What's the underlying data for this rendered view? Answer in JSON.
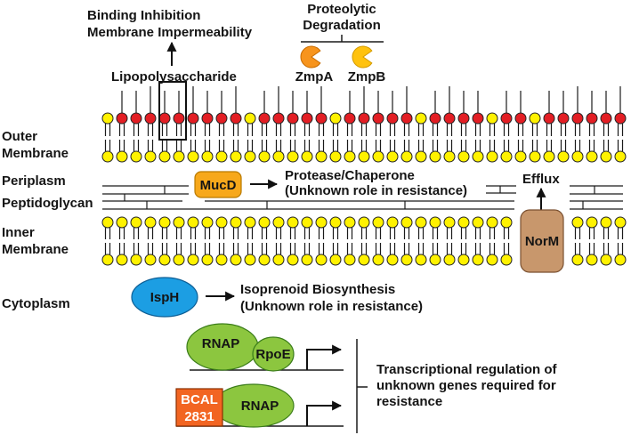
{
  "compartments": {
    "outer_membrane": [
      "Outer",
      "Membrane"
    ],
    "periplasm": "Periplasm",
    "peptidoglycan": "Peptidoglycan",
    "inner_membrane": [
      "Inner",
      "Membrane"
    ],
    "cytoplasm": "Cytoplasm"
  },
  "lps": {
    "label": "Lipopolysaccharide",
    "effect": [
      "Binding Inhibition",
      "Membrane Impermeability"
    ]
  },
  "proteolysis": {
    "title": [
      "Proteolytic",
      "Degradation"
    ],
    "proteases": [
      "ZmpA",
      "ZmpB"
    ]
  },
  "mucd": {
    "name": "MucD",
    "function": [
      "Protease/Chaperone",
      "(Unknown role in resistance)"
    ]
  },
  "norm": {
    "name": "NorM",
    "function": "Efflux"
  },
  "isph": {
    "name": "IspH",
    "function": [
      "Isoprenoid Biosynthesis",
      "(Unknown role in resistance)"
    ]
  },
  "transcription": {
    "complex_1": {
      "polymerase": "RNAP",
      "sigma_factor": "RpoE"
    },
    "complex_2": {
      "regulator": [
        "BCAL",
        "2831"
      ],
      "polymerase": "RNAP"
    },
    "description": [
      "Transcriptional regulation of",
      "unknown genes required for",
      "resistance"
    ]
  },
  "colors": {
    "lps_head": "#e31e24",
    "phospholipid_head": "#fff200",
    "zmpa": "#f7941d",
    "zmpb": "#ffc20e",
    "mucd": "#f7a81b",
    "norm": "#c8976c",
    "isph": "#1c9ee3",
    "rnap": "#8cc63f",
    "rpoe": "#8cc63f",
    "bcal2831": "#f26522"
  }
}
